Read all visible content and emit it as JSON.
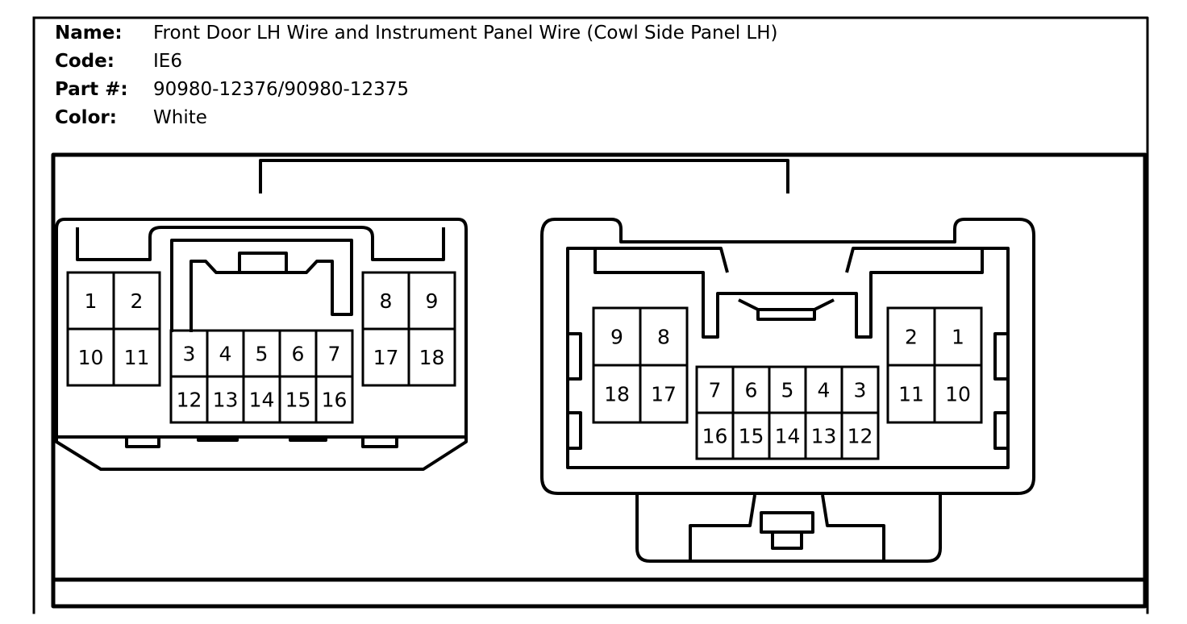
{
  "header": {
    "name_label": "Name:",
    "name_value": "Front Door LH Wire and Instrument Panel Wire (Cowl Side Panel LH)",
    "code_label": "Code:",
    "code_value": "IE6",
    "part_label": "Part #:",
    "part_value": "90980-12376/90980-12375",
    "color_label": "Color:",
    "color_value": "White"
  },
  "connectors": {
    "left": {
      "left_block": [
        "1",
        "2",
        "10",
        "11"
      ],
      "center_top": [
        "3",
        "4",
        "5",
        "6",
        "7"
      ],
      "center_bottom": [
        "12",
        "13",
        "14",
        "15",
        "16"
      ],
      "right_block": [
        "8",
        "9",
        "17",
        "18"
      ]
    },
    "right": {
      "left_block": [
        "9",
        "8",
        "18",
        "17"
      ],
      "center_top": [
        "7",
        "6",
        "5",
        "4",
        "3"
      ],
      "center_bottom": [
        "16",
        "15",
        "14",
        "13",
        "12"
      ],
      "right_block": [
        "2",
        "1",
        "11",
        "10"
      ]
    }
  }
}
